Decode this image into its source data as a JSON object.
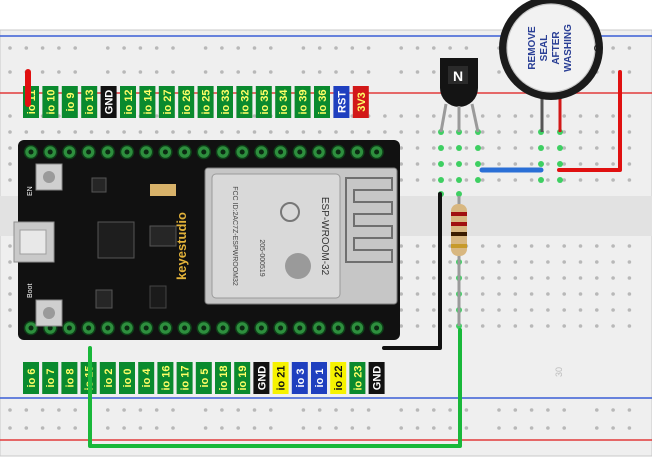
{
  "board": {
    "brand": "keyestudio",
    "module_name": "ESP-WROOM-32",
    "module_fcc": "FCC ID:2AC7Z-ESPWROOM32",
    "module_code": "205-000519",
    "silk_en": "EN",
    "silk_boot": "Boot",
    "top_pins": [
      {
        "label": "io 11",
        "style": "green"
      },
      {
        "label": "io 10",
        "style": "green"
      },
      {
        "label": "io 9",
        "style": "green"
      },
      {
        "label": "io 13",
        "style": "green"
      },
      {
        "label": "GND",
        "style": "black"
      },
      {
        "label": "io 12",
        "style": "green"
      },
      {
        "label": "io 14",
        "style": "green"
      },
      {
        "label": "io 27",
        "style": "green"
      },
      {
        "label": "io 26",
        "style": "green"
      },
      {
        "label": "io 25",
        "style": "green"
      },
      {
        "label": "io 33",
        "style": "green"
      },
      {
        "label": "io 32",
        "style": "green"
      },
      {
        "label": "io 35",
        "style": "green"
      },
      {
        "label": "io 34",
        "style": "green"
      },
      {
        "label": "io 39",
        "style": "green"
      },
      {
        "label": "io 36",
        "style": "green"
      },
      {
        "label": "RST",
        "style": "blue"
      },
      {
        "label": "3V3",
        "style": "red"
      }
    ],
    "bottom_pins": [
      {
        "label": "io 6",
        "style": "green"
      },
      {
        "label": "io 7",
        "style": "green"
      },
      {
        "label": "io 8",
        "style": "green"
      },
      {
        "label": "io 15",
        "style": "green"
      },
      {
        "label": "io 2",
        "style": "green"
      },
      {
        "label": "io 0",
        "style": "green"
      },
      {
        "label": "io 4",
        "style": "green"
      },
      {
        "label": "io 16",
        "style": "green"
      },
      {
        "label": "io 17",
        "style": "green"
      },
      {
        "label": "io 5",
        "style": "green"
      },
      {
        "label": "io 18",
        "style": "green"
      },
      {
        "label": "io 19",
        "style": "green"
      },
      {
        "label": "GND",
        "style": "black"
      },
      {
        "label": "io 21",
        "style": "yellow"
      },
      {
        "label": "io 3",
        "style": "blue"
      },
      {
        "label": "io 1",
        "style": "blue"
      },
      {
        "label": "io 22",
        "style": "yellow"
      },
      {
        "label": "io 23",
        "style": "green"
      },
      {
        "label": "GND",
        "style": "black"
      }
    ]
  },
  "buzzer": {
    "seal_lines": [
      "REMOVE",
      "SEAL",
      "AFTER",
      "WASHING"
    ],
    "polarity": "⊕"
  },
  "transistor": {
    "marking": "N"
  },
  "breadboard": {
    "column_number": "30"
  },
  "colors": {
    "wire_red": "#e01010",
    "wire_blue": "#2a6fd6",
    "wire_green": "#19b83a",
    "wire_black": "#111111",
    "pin_green_bg": "#0a8a2e",
    "pin_label_fg": "#ffff66",
    "pcb": "#111111",
    "rail_red": "#e23a3a",
    "rail_blue": "#3a5fd6"
  }
}
